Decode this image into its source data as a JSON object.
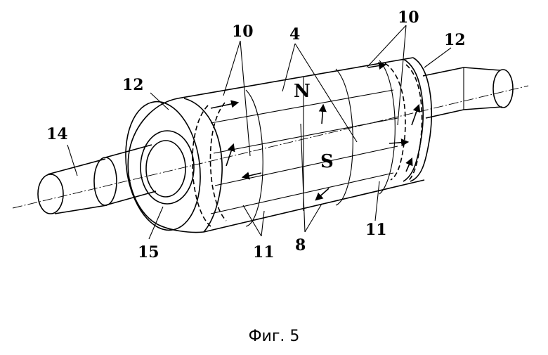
{
  "figure": {
    "caption": "Фиг. 5",
    "poles": {
      "north": "N",
      "south": "S"
    },
    "labels": {
      "l4": "4",
      "l8": "8",
      "l10_left": "10",
      "l10_right": "10",
      "l11_left": "11",
      "l11_right": "11",
      "l12_left": "12",
      "l12_right": "12",
      "l14": "14",
      "l15": "15"
    }
  }
}
